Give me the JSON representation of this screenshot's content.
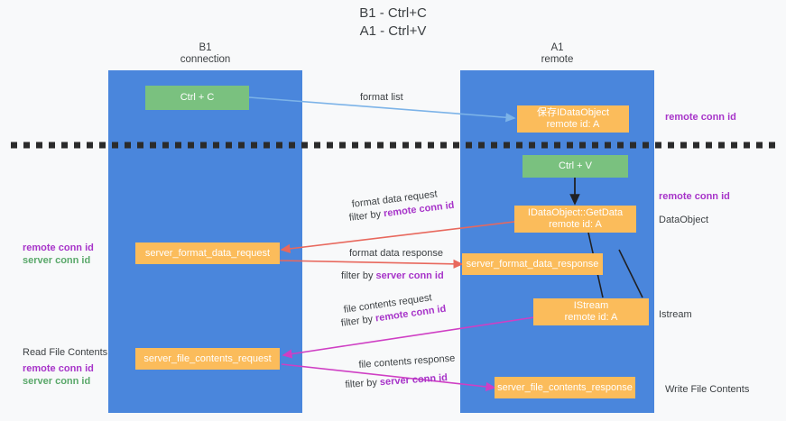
{
  "title": {
    "line1": "B1 - Ctrl+C",
    "line2": "A1 - Ctrl+V"
  },
  "columns": [
    {
      "name": "B1",
      "sub": "connection"
    },
    {
      "name": "A1",
      "sub": "remote"
    }
  ],
  "nodes": {
    "ctrl_c": {
      "label": "Ctrl + C"
    },
    "ctrl_v": {
      "label": "Ctrl + V"
    },
    "save_dataobject": {
      "line1": "保存IDataObject",
      "line2": "remote id: A"
    },
    "getdata": {
      "line1": "IDataObject::GetData",
      "line2": "remote id: A"
    },
    "istream": {
      "line1": "IStream",
      "line2": "remote id: A"
    },
    "server_format_data_request": {
      "label": "server_format_data_request"
    },
    "server_format_data_response": {
      "label": "server_format_data_response"
    },
    "server_file_contents_request": {
      "label": "server_file_contents_request"
    },
    "server_file_contents_response": {
      "label": "server_file_contents_response"
    }
  },
  "edge_labels": {
    "format_list": "format list",
    "format_data_request": "format data request",
    "format_data_request_filter_prefix": "filter by ",
    "format_data_request_filter_key": "remote conn id",
    "format_data_response": "format data response",
    "format_data_response_filter_prefix": "filter by ",
    "format_data_response_filter_key": "server conn id",
    "file_contents_request": "file contents request",
    "file_contents_request_filter_prefix": "filter by ",
    "file_contents_request_filter_key": "remote conn id",
    "file_contents_response": "file contents response",
    "file_contents_response_filter_prefix": "filter by ",
    "file_contents_response_filter_key": "server conn id"
  },
  "annotations": {
    "right_remote_conn_id_top": "remote conn id",
    "right_remote_conn_id_mid": "remote conn id",
    "right_dataobject": "DataObject",
    "right_istream": "Istream",
    "right_write_file_contents": "Write File Contents",
    "left_remote_conn_id": "remote conn id",
    "left_server_conn_id": "server conn id",
    "left_read_file_contents": "Read File Contents",
    "left_remote_conn_id_2": "remote conn id",
    "left_server_conn_id_2": "server conn id"
  },
  "colors": {
    "lane": "#4a86dc",
    "green_node": "#7ac17f",
    "orange_node": "#fbbc5b",
    "purple_text": "#a734c9",
    "green_text": "#5aa86a",
    "blue_arrow": "#7cb3e8",
    "red_arrow": "#e8685d",
    "magenta_arrow": "#cf3fc4",
    "black_arrow": "#202124",
    "background": "#f8f9fa"
  }
}
